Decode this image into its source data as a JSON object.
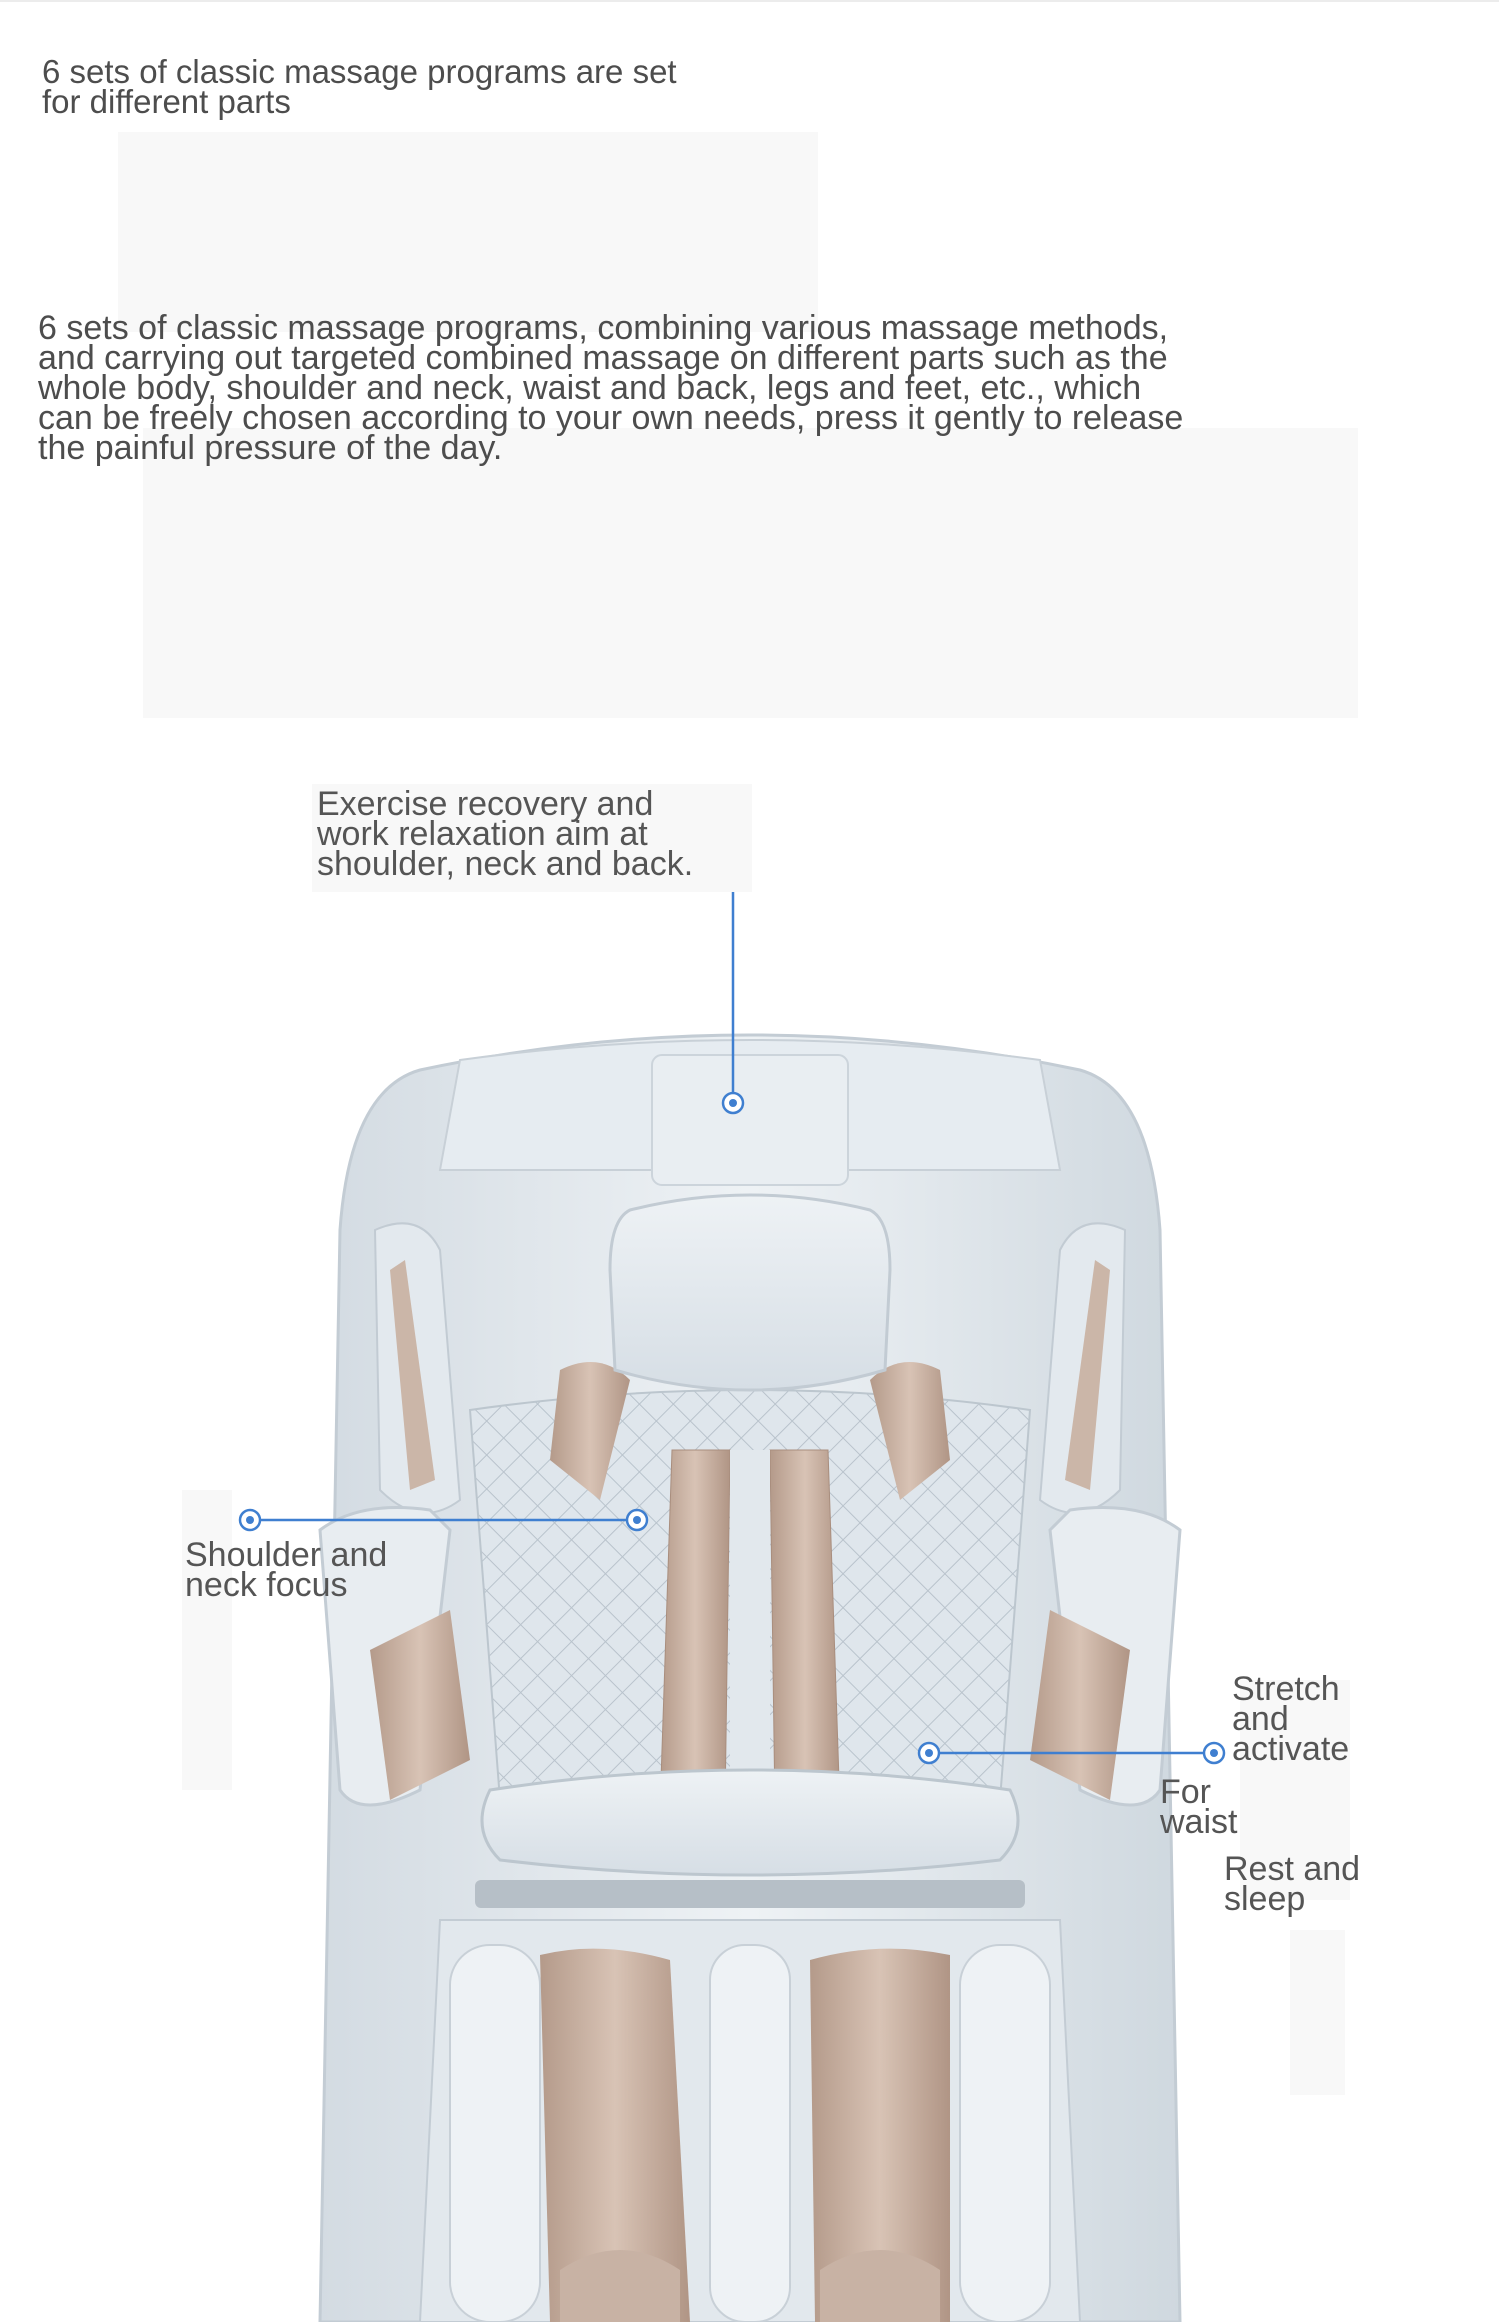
{
  "intro": {
    "subtitle": "6 sets of classic massage programs are set\nfor different parts",
    "description": "6 sets of classic massage programs, combining various massage methods,\nand carrying out targeted combined massage on different parts such as the\nwhole body, shoulder and neck, waist and back, legs and feet, etc., which\ncan be freely chosen according to your own needs, press it gently to release\nthe painful pressure of the day."
  },
  "callouts": {
    "top": "Exercise recovery and\nwork relaxation aim at\nshoulder, neck and back.",
    "shoulder": "Shoulder and\nneck focus",
    "stretch": "Stretch\nand\nactivate",
    "waist": "For\nwaist",
    "rest": "Rest and\nsleep"
  },
  "colors": {
    "accent_line": "#3f7fd0",
    "upholstery": "#dde4ea",
    "inner_fabric": "#c9b3a4",
    "text": "#4d4d4d"
  },
  "icons": {
    "marker": "callout-dot-icon"
  }
}
